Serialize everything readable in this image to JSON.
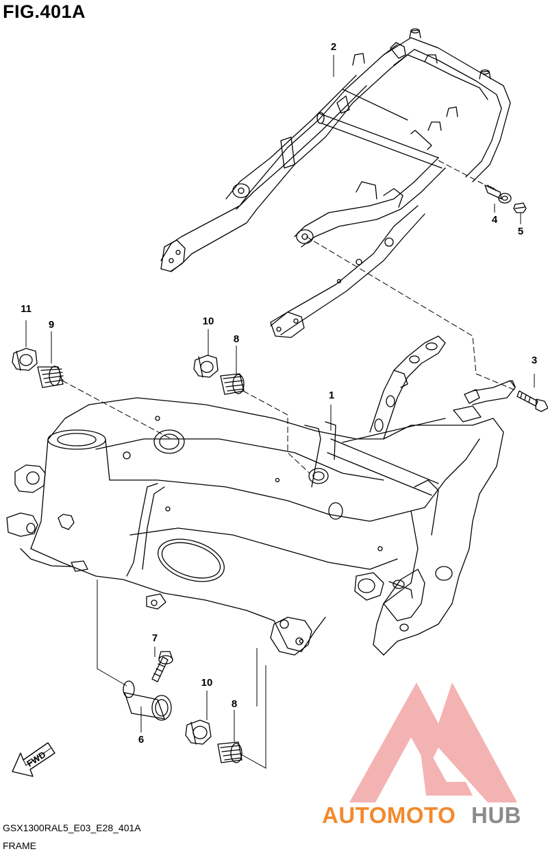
{
  "figure": {
    "title": "FIG.401A",
    "footer_code": "GSX1300RAL5_E03_E28_401A",
    "footer_name": "FRAME"
  },
  "callouts": [
    {
      "id": "2",
      "label": "2"
    },
    {
      "id": "4",
      "label": "4"
    },
    {
      "id": "5",
      "label": "5"
    },
    {
      "id": "3",
      "label": "3"
    },
    {
      "id": "1",
      "label": "1"
    },
    {
      "id": "11",
      "label": "11"
    },
    {
      "id": "9",
      "label": "9"
    },
    {
      "id": "10a",
      "label": "10"
    },
    {
      "id": "8a",
      "label": "8"
    },
    {
      "id": "7",
      "label": "7"
    },
    {
      "id": "6",
      "label": "6"
    },
    {
      "id": "10b",
      "label": "10"
    },
    {
      "id": "8b",
      "label": "8"
    }
  ],
  "fwd_arrow": {
    "label": "FWD"
  },
  "watermark": {
    "part1": "AUTOMOTO",
    "part2": "HUB",
    "color_primary": "#f28a2e",
    "color_secondary": "#8c8c8c",
    "logo_color": "#f08080"
  }
}
